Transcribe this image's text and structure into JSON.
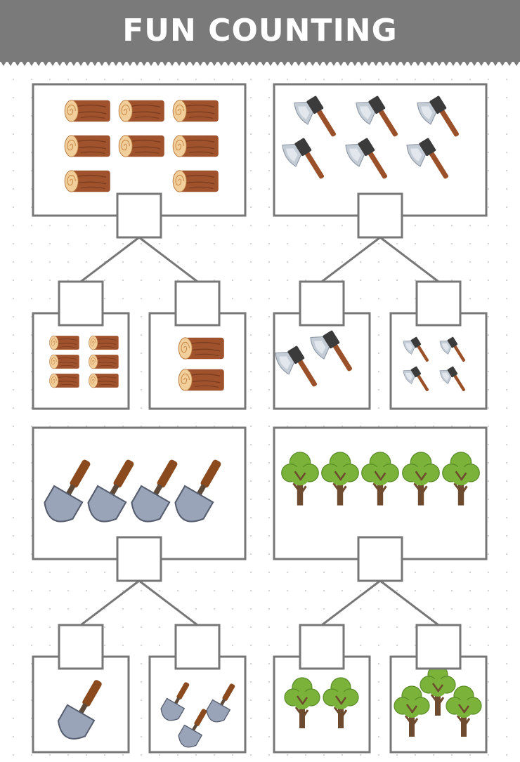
{
  "header": {
    "title": "FUN COUNTING"
  },
  "colors": {
    "header_bg": "#7a7a7a",
    "box_border": "#777777",
    "log_body": "#a0522d",
    "log_end": "#f2cf9a",
    "axe_blade": "#c4ccd6",
    "axe_head": "#3b3b3b",
    "axe_handle": "#9a5028",
    "shovel_blade": "#9aa4b8",
    "shovel_handle": "#8a4a1e",
    "tree_leaves": "#7bb33a",
    "tree_trunk": "#6e4b2e"
  },
  "puzzles": [
    {
      "item": "wood-log",
      "icon": "log-icon",
      "total": 8,
      "parts": [
        6,
        2
      ]
    },
    {
      "item": "axe",
      "icon": "axe-icon",
      "total": 6,
      "parts": [
        2,
        4
      ]
    },
    {
      "item": "shovel",
      "icon": "shovel-icon",
      "total": 4,
      "parts": [
        1,
        3
      ]
    },
    {
      "item": "tree",
      "icon": "tree-icon",
      "total": 5,
      "parts": [
        2,
        3
      ]
    }
  ]
}
